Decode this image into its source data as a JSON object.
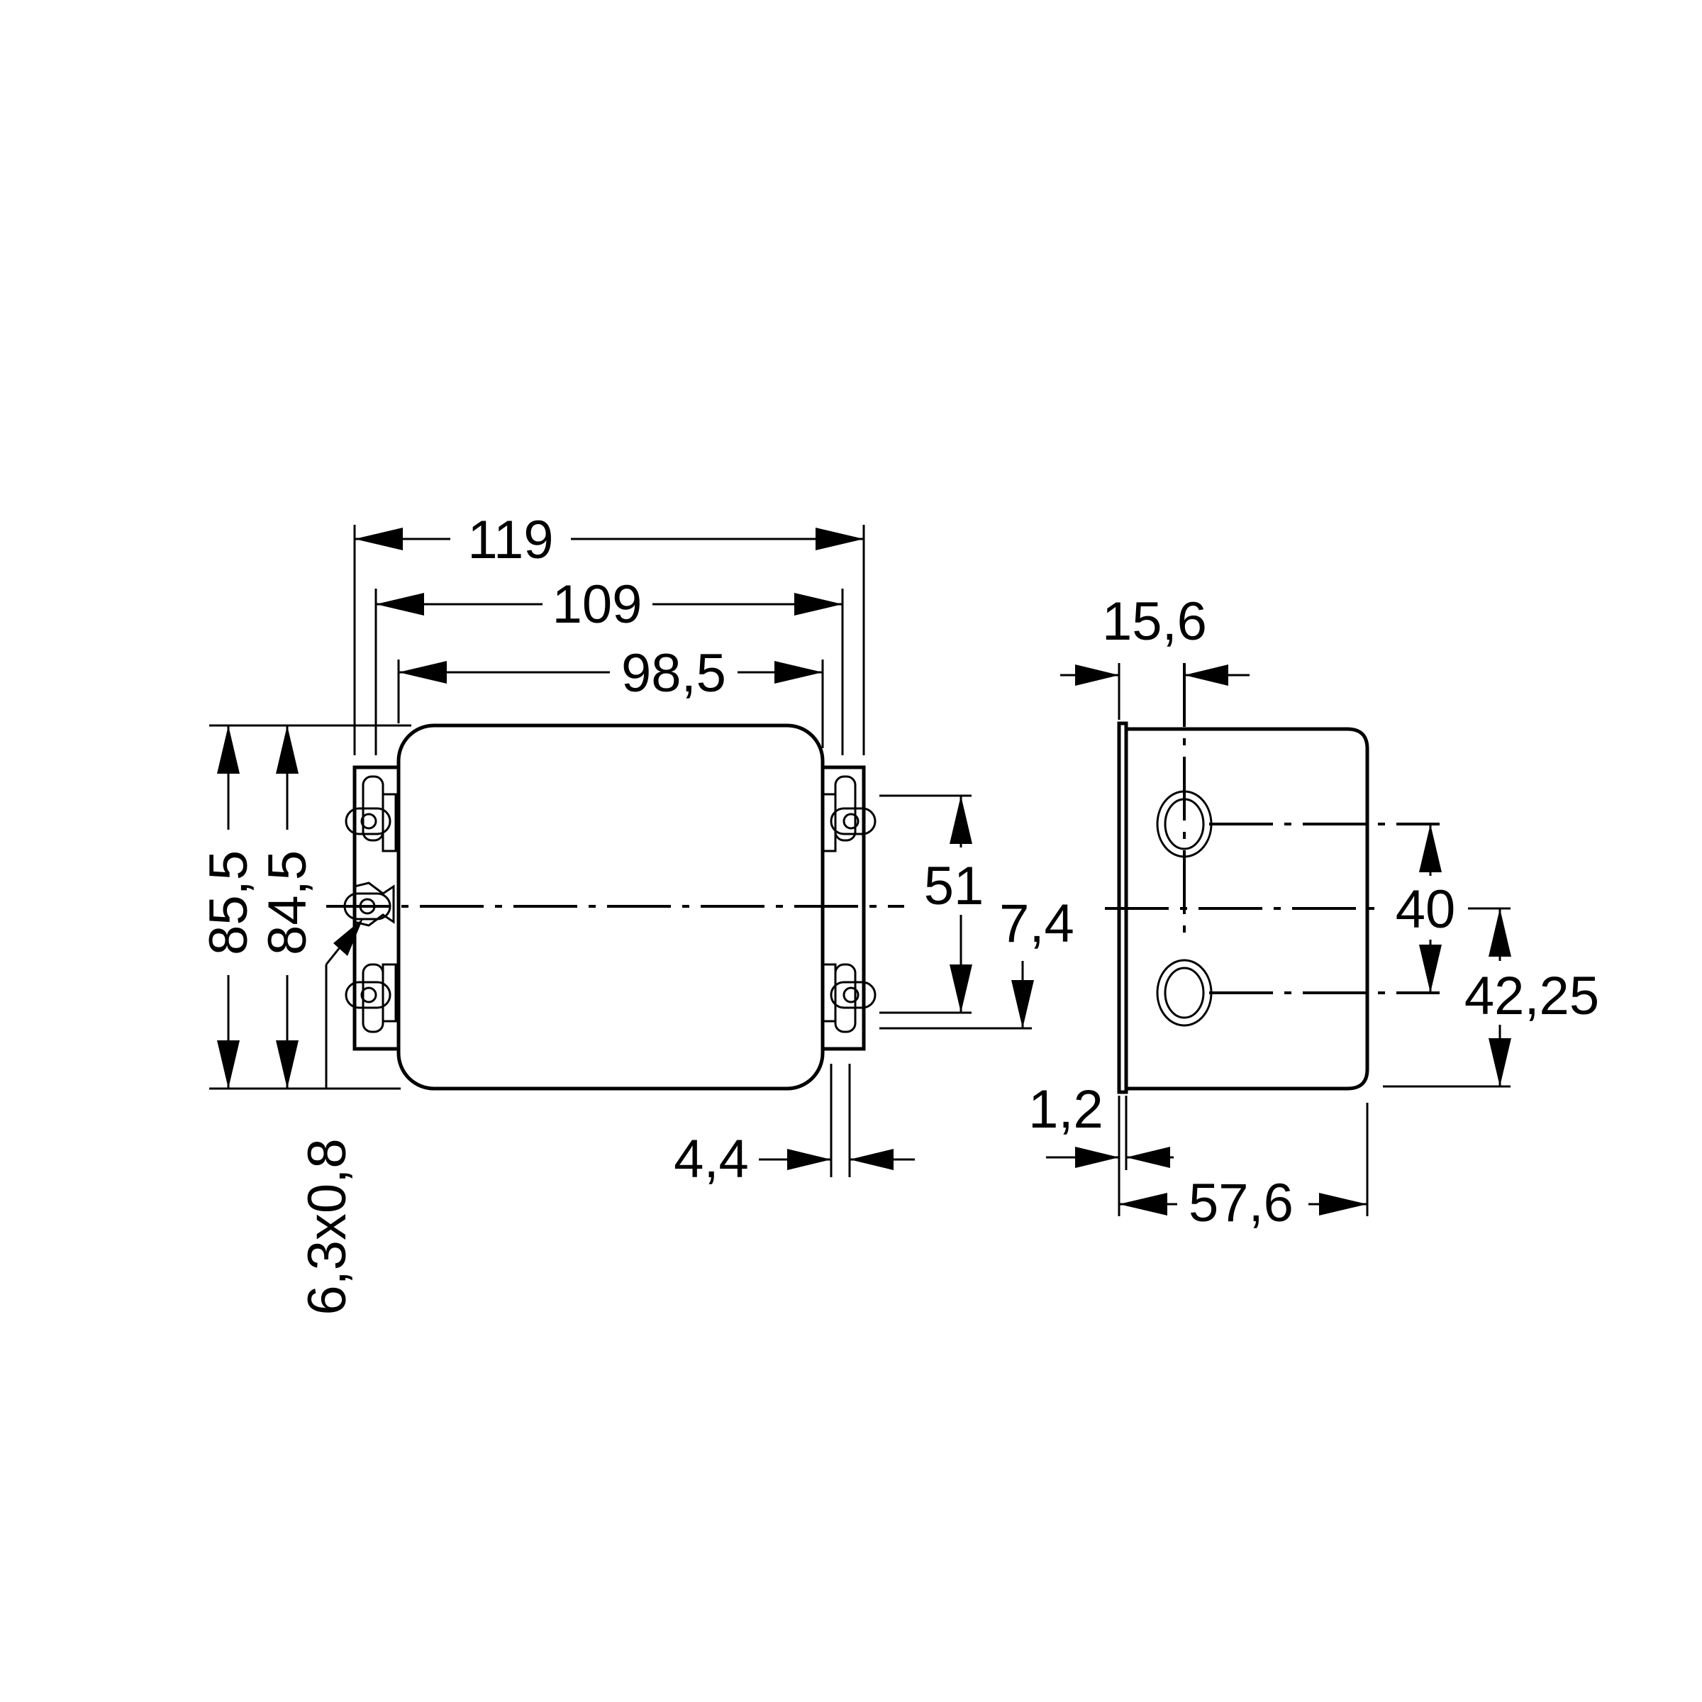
{
  "drawing": {
    "front_view": {
      "overall_width": "119",
      "mounting_width": "109",
      "body_width": "98,5",
      "overall_height": "85,5",
      "body_height": "84,5",
      "terminal_spacing": "51",
      "tab_thickness": "4,4",
      "terminal": "6,3x0,8"
    },
    "side_view": {
      "terminal_offset": "15,6",
      "hole_spacing": "40",
      "center_height": "42,25",
      "flange_offset": "7,4",
      "flange_thickness": "1,2",
      "body_depth": "57,6"
    }
  }
}
